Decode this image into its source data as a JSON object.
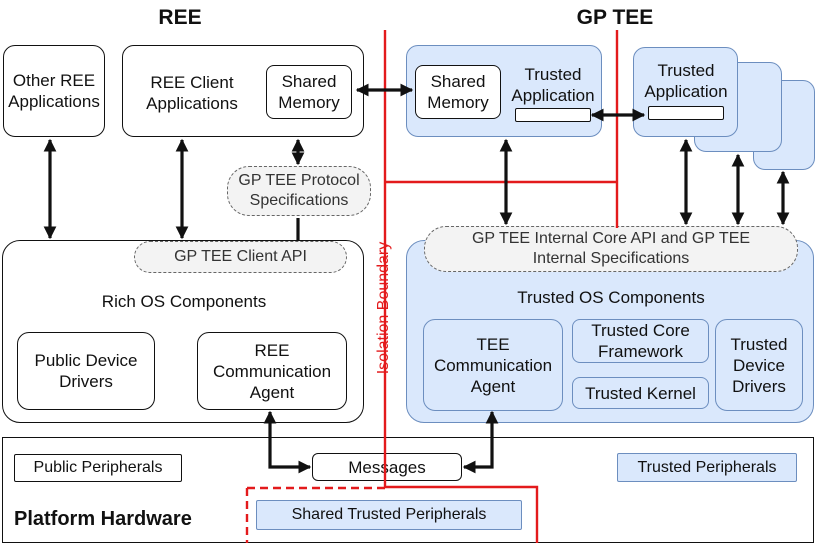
{
  "headers": {
    "ree": "REE",
    "gp_tee": "GP TEE"
  },
  "ree": {
    "other_apps": "Other REE Applications",
    "client_apps": "REE Client Applications",
    "shared_memory": "Shared Memory",
    "protocol_specs": "GP TEE Protocol Specifications",
    "client_api": "GP TEE Client API",
    "rich_os": "Rich OS Components",
    "public_drivers": "Public Device Drivers",
    "comm_agent": "REE Communication Agent"
  },
  "tee": {
    "shared_memory": "Shared Memory",
    "trusted_app_1": "Trusted Application",
    "trusted_app_2": "Trusted Application",
    "internal_api": "GP TEE Internal Core API and GP TEE Internal Specifications",
    "trusted_os": "Trusted OS Components",
    "comm_agent": "TEE Communication Agent",
    "core_framework": "Trusted Core Framework",
    "trusted_kernel": "Trusted Kernel",
    "trusted_drivers": "Trusted Device Drivers"
  },
  "isolation_boundary": "Isolation Boundary",
  "hardware": {
    "public_peripherals": "Public Peripherals",
    "messages": "Messages",
    "trusted_peripherals": "Trusted Peripherals",
    "platform_hardware": "Platform Hardware",
    "shared_trusted_peripherals": "Shared Trusted Peripherals"
  },
  "colors": {
    "boundary_red": "#e31a1c",
    "tee_fill": "#dae8fc",
    "tee_border": "#6c8ebf",
    "pill_fill": "#f3f3f3"
  }
}
